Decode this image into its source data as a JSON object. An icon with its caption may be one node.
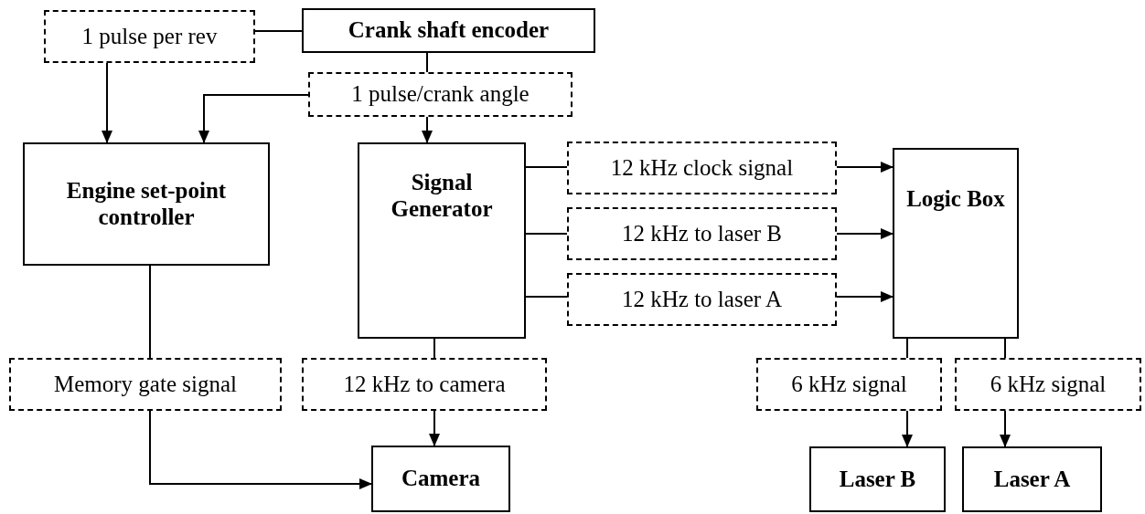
{
  "diagram": {
    "nodes": [
      {
        "text": [
          "1 pulse per rev"
        ]
      },
      {
        "text": [
          "Crank shaft encoder"
        ]
      },
      {
        "text": [
          "1 pulse/crank angle"
        ]
      },
      {
        "text": [
          "Engine set-point controller"
        ]
      },
      {
        "text": [
          "Signal Generator"
        ]
      },
      {
        "text": [
          "12 kHz clock signal"
        ]
      },
      {
        "text": [
          "12 kHz to laser B"
        ]
      },
      {
        "text": [
          "12 kHz to laser A"
        ]
      },
      {
        "text": [
          "Logic Box"
        ]
      },
      {
        "text": [
          "Memory gate signal"
        ]
      },
      {
        "text": [
          "12 kHz to camera"
        ]
      },
      {
        "text": [
          "6 kHz signal"
        ]
      },
      {
        "text": [
          "6 kHz signal"
        ]
      },
      {
        "text": [
          "Camera"
        ]
      },
      {
        "text": [
          "Laser B"
        ]
      },
      {
        "text": [
          "Laser A"
        ]
      }
    ],
    "edges": [
      {
        "from": 1,
        "to": 0,
        "arrow": "none"
      },
      {
        "from": 0,
        "to": 3,
        "arrow": "to"
      },
      {
        "from": 1,
        "to": 2,
        "arrow": "none"
      },
      {
        "from": 2,
        "to": 3,
        "arrow": "to"
      },
      {
        "from": 2,
        "to": 4,
        "arrow": "to"
      },
      {
        "from": 4,
        "to": 5,
        "arrow": "none"
      },
      {
        "from": 5,
        "to": 8,
        "arrow": "to"
      },
      {
        "from": 4,
        "to": 6,
        "arrow": "none"
      },
      {
        "from": 6,
        "to": 8,
        "arrow": "to"
      },
      {
        "from": 4,
        "to": 7,
        "arrow": "none"
      },
      {
        "from": 7,
        "to": 8,
        "arrow": "to"
      },
      {
        "from": 3,
        "to": 9,
        "arrow": "none"
      },
      {
        "from": 9,
        "to": 13,
        "arrow": "to"
      },
      {
        "from": 4,
        "to": 10,
        "arrow": "none"
      },
      {
        "from": 10,
        "to": 13,
        "arrow": "to"
      },
      {
        "from": 8,
        "to": 11,
        "arrow": "none"
      },
      {
        "from": 11,
        "to": 14,
        "arrow": "to"
      },
      {
        "from": 8,
        "to": 12,
        "arrow": "none"
      },
      {
        "from": 12,
        "to": 15,
        "arrow": "to"
      }
    ]
  }
}
